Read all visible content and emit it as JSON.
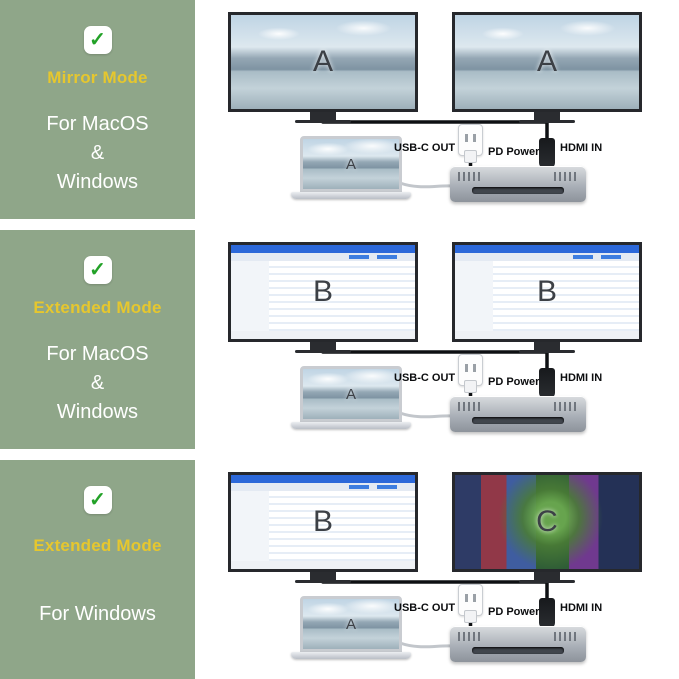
{
  "icons": {
    "check": "✓"
  },
  "colors": {
    "panel_green": "#8fa689",
    "mode_title_yellow": "#e6c72e",
    "os_text_white": "#ffffff",
    "check_green": "#23a228",
    "cable_black": "#0e1013",
    "dock_silver": "#aab0b8"
  },
  "labels": {
    "usb_c_out": "USB-C OUT",
    "pd_power": "PD Power",
    "hdmi_in": "HDMI IN"
  },
  "sections": [
    {
      "mode_title": "Mirror Mode",
      "os_lines": [
        "For MacOS",
        "&",
        "Windows"
      ],
      "monitor_left": {
        "label": "A",
        "content": "landscape-photo"
      },
      "monitor_right": {
        "label": "A",
        "content": "landscape-photo"
      },
      "laptop_label": "A"
    },
    {
      "mode_title": "Extended Mode",
      "os_lines": [
        "For MacOS",
        "&",
        "Windows"
      ],
      "monitor_left": {
        "label": "B",
        "content": "spreadsheet-app"
      },
      "monitor_right": {
        "label": "B",
        "content": "spreadsheet-app"
      },
      "laptop_label": "A"
    },
    {
      "mode_title": "Extended Mode",
      "os_lines": [
        "For Windows"
      ],
      "monitor_left": {
        "label": "B",
        "content": "spreadsheet-app"
      },
      "monitor_right": {
        "label": "C",
        "content": "movie-collage"
      },
      "laptop_label": "A"
    }
  ]
}
